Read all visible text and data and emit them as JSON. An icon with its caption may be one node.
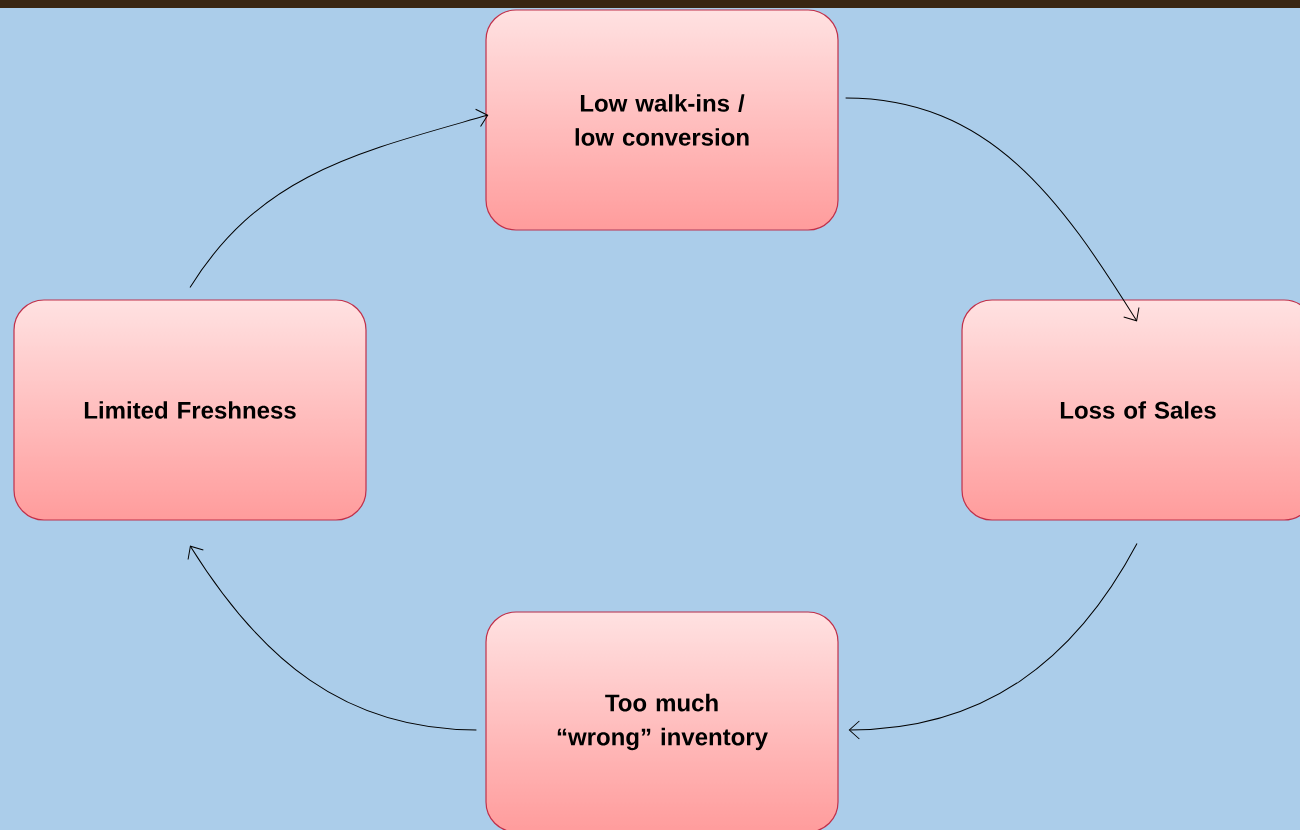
{
  "diagram": {
    "nodes": [
      {
        "text": [
          "Low walk-ins / low conversion"
        ]
      },
      {
        "text": [
          "Loss of Sales"
        ]
      },
      {
        "text": [
          "Too much “wrong” inventory"
        ]
      },
      {
        "text": [
          "Limited Freshness"
        ]
      }
    ],
    "edges": [
      {
        "from": 0,
        "to": 1,
        "arrow": "to"
      },
      {
        "from": 1,
        "to": 2,
        "arrow": "to"
      },
      {
        "from": 2,
        "to": 3,
        "arrow": "to"
      },
      {
        "from": 3,
        "to": 0,
        "arrow": "to"
      }
    ]
  }
}
